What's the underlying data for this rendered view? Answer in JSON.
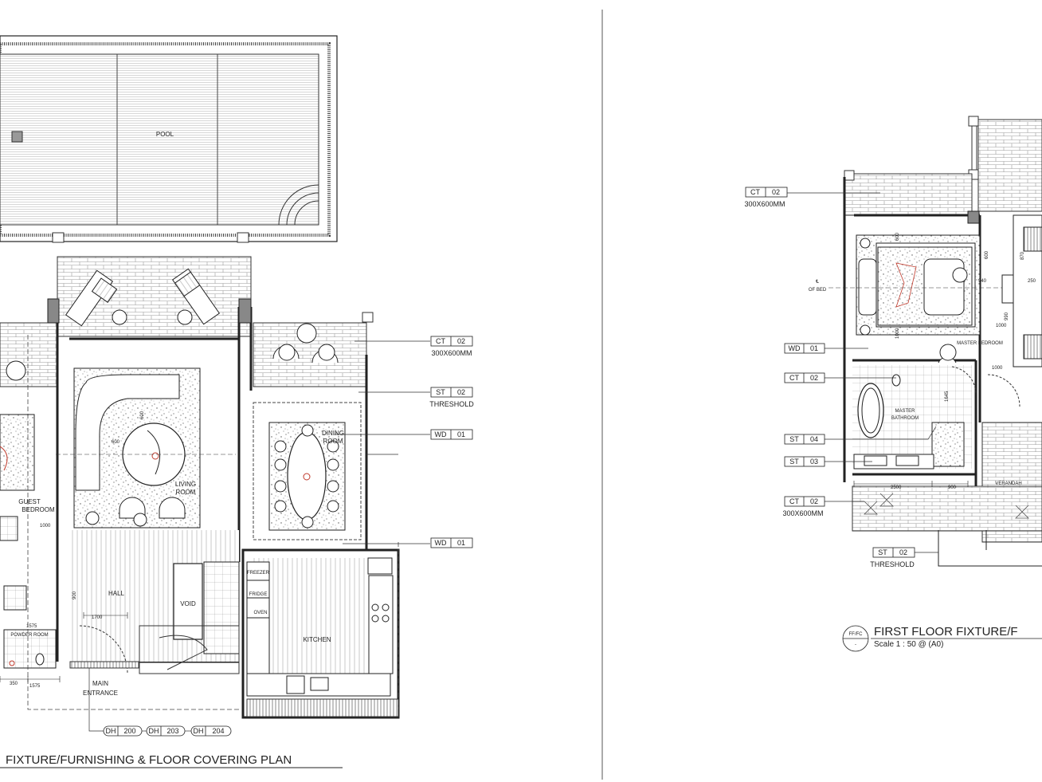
{
  "ground_floor": {
    "title": "FIXTURE/FURNISHING & FLOOR COVERING PLAN",
    "rooms": {
      "pool": "POOL",
      "guest": "GUEST",
      "bedroom": "BEDROOM",
      "living_a": "LIVING",
      "living_b": "ROOM",
      "dining_a": "DINING",
      "dining_b": "ROOM",
      "hall": "HALL",
      "void": "VOID",
      "kitchen": "KITCHEN",
      "powder_room": "POWDER ROOM",
      "main_a": "MAIN",
      "main_b": "ENTRANCE",
      "freezer": "FREEZER",
      "fridge": "FRIDGE",
      "oven": "OVEN"
    },
    "tags": [
      {
        "code": "CT",
        "num": "02",
        "note": "300X600MM"
      },
      {
        "code": "ST",
        "num": "02",
        "note": "THRESHOLD"
      },
      {
        "code": "WD",
        "num": "01",
        "note": ""
      },
      {
        "code": "WD",
        "num": "01",
        "note": ""
      }
    ],
    "door_tags": [
      {
        "code": "DH",
        "num": "200"
      },
      {
        "code": "DH",
        "num": "203"
      },
      {
        "code": "DH",
        "num": "204"
      }
    ],
    "dims": {
      "d1": "1000",
      "d2": "900",
      "d3": "1700",
      "d4": "1575",
      "d5": "1575",
      "d6": "350",
      "d7": "600",
      "d8": "600"
    }
  },
  "first_floor": {
    "title": "FIRST FLOOR FIXTURE/F",
    "scale": "Scale 1 : 50 @ (A0)",
    "badge_top": "FF/FC",
    "badge_bottom": "-",
    "rooms": {
      "master_bedroom": "MASTER BEDROOM",
      "master_a": "MASTER",
      "master_b": "BATHROOM",
      "verandah": "VERANDAH",
      "of_bed_a": "℄",
      "of_bed_b": "OF BED"
    },
    "tags": [
      {
        "code": "CT",
        "num": "02",
        "note": "300X600MM"
      },
      {
        "code": "WD",
        "num": "01",
        "note": ""
      },
      {
        "code": "CT",
        "num": "02",
        "note": ""
      },
      {
        "code": "ST",
        "num": "04",
        "note": ""
      },
      {
        "code": "ST",
        "num": "03",
        "note": ""
      },
      {
        "code": "CT",
        "num": "02",
        "note": "300X600MM"
      },
      {
        "code": "ST",
        "num": "02",
        "note": "THRESHOLD"
      }
    ],
    "dims": {
      "d1": "600",
      "d2": "600",
      "d3": "940",
      "d4": "1000",
      "d5": "990",
      "d6": "1000",
      "d7": "2500",
      "d8": "900",
      "d9": "1000",
      "d10": "1645",
      "d11": "250",
      "d12": "870"
    }
  }
}
